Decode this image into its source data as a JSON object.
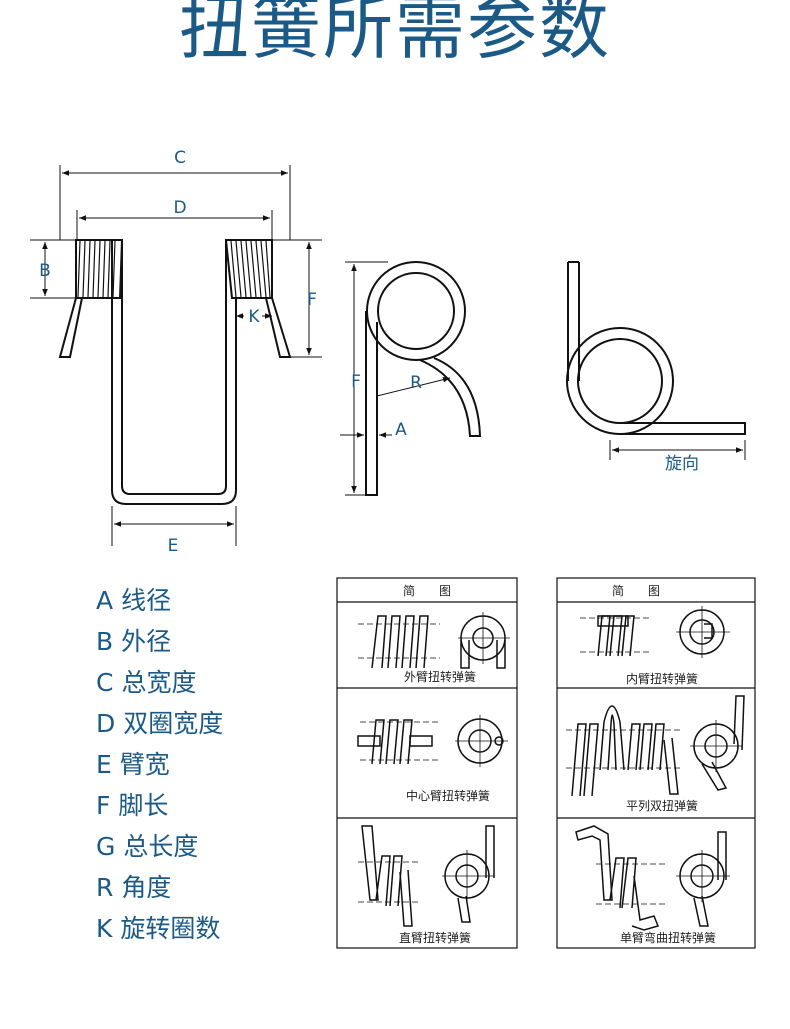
{
  "page": {
    "title": "扭簧所需参数"
  },
  "diagram_labels": {
    "c": "C",
    "d": "D",
    "b": "B",
    "f_right": "F",
    "k": "K",
    "e": "E",
    "f_side": "F",
    "r": "R",
    "a": "A",
    "rotation": "旋向"
  },
  "parameters": [
    {
      "key": "A",
      "label": "线径"
    },
    {
      "key": "B",
      "label": "外径"
    },
    {
      "key": "C",
      "label": "总宽度"
    },
    {
      "key": "D",
      "label": "双圈宽度"
    },
    {
      "key": "E",
      "label": "臂宽"
    },
    {
      "key": "F",
      "label": "脚长"
    },
    {
      "key": "G",
      "label": "总长度"
    },
    {
      "key": "R",
      "label": "角度"
    },
    {
      "key": "K",
      "label": "旋转圈数"
    }
  ],
  "tables": {
    "left": {
      "header": "简　　图",
      "rows": [
        "外臂扭转弹簧",
        "中心臂扭转弹簧",
        "直臂扭转弹簧"
      ]
    },
    "right": {
      "header": "简　　图",
      "rows": [
        "内臂扭转弹簧",
        "平列双扭弹簧",
        "单臂弯曲扭转弹簧"
      ]
    }
  },
  "colors": {
    "accent": "#1b5a86",
    "line": "#111111"
  }
}
